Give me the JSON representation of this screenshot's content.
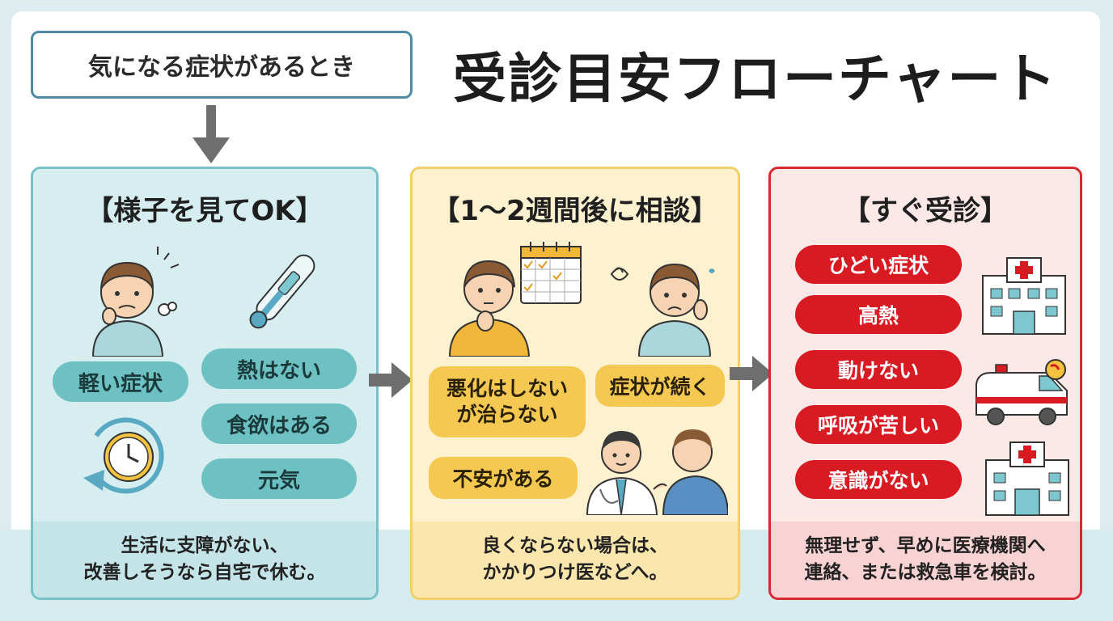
{
  "start_box": "気になる症状があるとき",
  "title": "受診目安フローチャート",
  "panels": {
    "watch": {
      "heading": "【様子を見てOK】",
      "pills": [
        "軽い症状",
        "熱はない",
        "食欲はある",
        "元気"
      ],
      "footer": [
        "生活に支障がない、",
        "改善しそうなら自宅で休む。"
      ]
    },
    "consult": {
      "heading": "【1〜2週間後に相談】",
      "pills": [
        "悪化はしない\nが治らない",
        "症状が続く",
        "不安がある"
      ],
      "footer": [
        "良くならない場合は、",
        "かかりつけ医などへ。"
      ]
    },
    "urgent": {
      "heading": "【すぐ受診】",
      "pills": [
        "ひどい症状",
        "高熱",
        "動けない",
        "呼吸が苦しい",
        "意識がない"
      ],
      "footer": [
        "無理せず、早めに医療機関へ",
        "連絡、または救急車を検討。"
      ]
    }
  },
  "colors": {
    "teal": "#6ec1c3",
    "yellow": "#f5c951",
    "red": "#d81b22",
    "arrow": "#6e6e6e"
  },
  "icons": [
    "person-unwell-icon",
    "thermometer-icon",
    "clock-cycle-icon",
    "calendar-icon",
    "person-thinking-icon",
    "person-worried-icon",
    "doctor-patient-icon",
    "hospital-icon",
    "ambulance-icon"
  ]
}
